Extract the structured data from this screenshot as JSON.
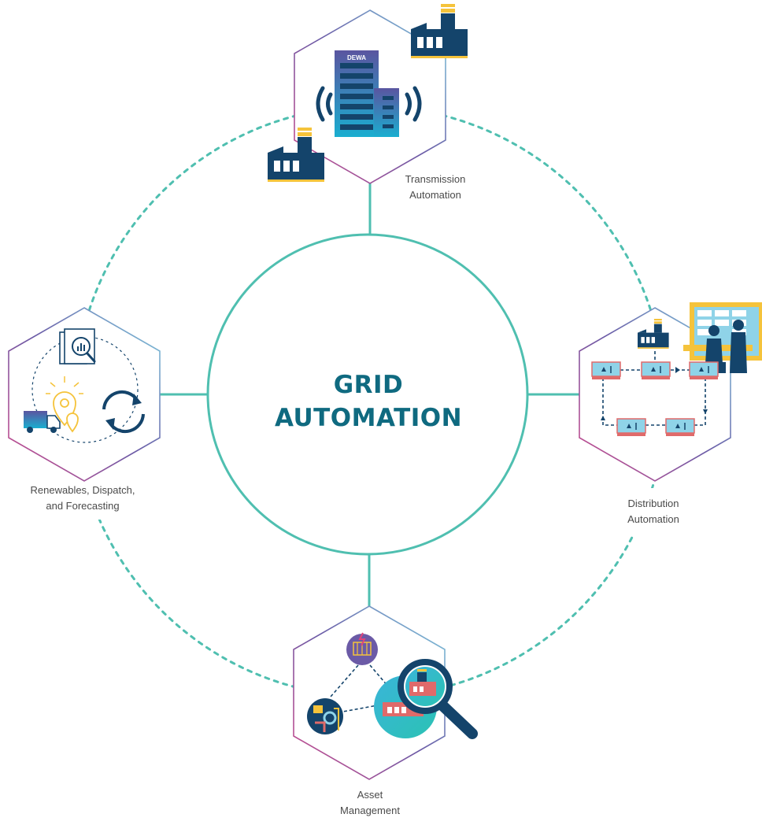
{
  "title": {
    "line1": "GRID",
    "line2": "AUTOMATION"
  },
  "nodes": {
    "transmission": {
      "line1": "Transmission",
      "line2": "Automation"
    },
    "distribution": {
      "line1": "Distribution",
      "line2": "Automation"
    },
    "asset": {
      "line1": "Asset",
      "line2": "Management"
    },
    "renewables": {
      "line1": "Renewables, Dispatch,",
      "line2": "and Forecasting"
    }
  },
  "building_sign": "DEWA",
  "colors": {
    "teal": "#4fbfb0",
    "dark_teal": "#0f6a80",
    "navy": "#14446b",
    "magenta": "#d24b8c",
    "purple": "#6b5aa6",
    "yellow": "#f5c33b",
    "light_blue": "#8fd3e8"
  },
  "icons": [
    "factory-icon",
    "office-building-icon",
    "signal-wave-icon",
    "report-document-icon",
    "magnifier-icon",
    "delivery-truck-icon",
    "location-pin-icon",
    "refresh-cycle-icon",
    "operator-console-icon",
    "switchgear-icon",
    "substation-icon",
    "search-icon"
  ]
}
